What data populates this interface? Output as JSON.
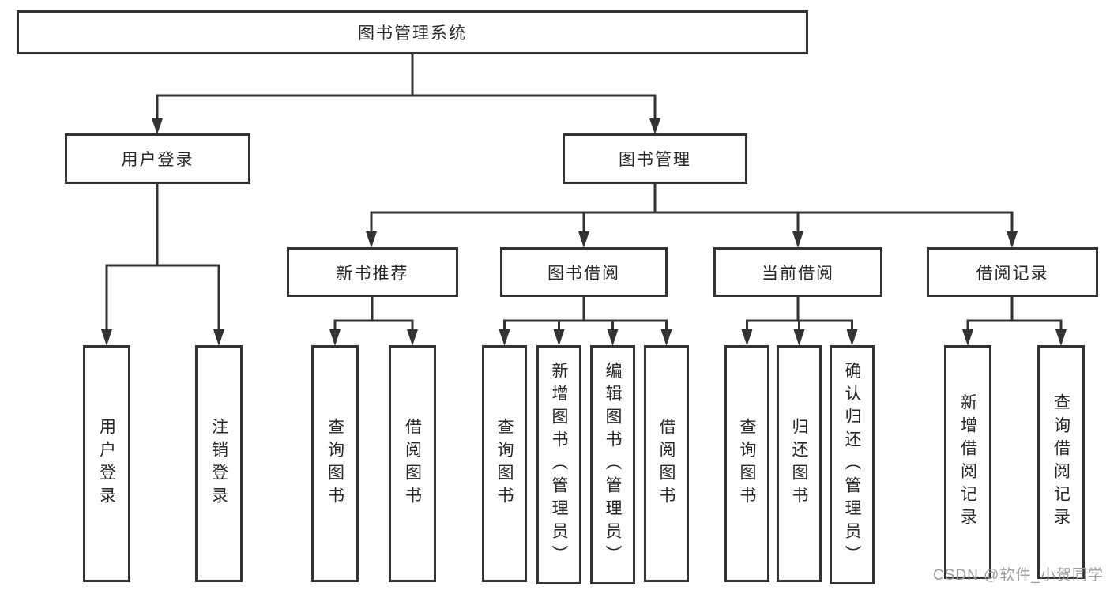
{
  "tree": {
    "label": "图书管理系统",
    "children": [
      {
        "label": "用户登录",
        "children": [
          {
            "label": "用户登录"
          },
          {
            "label": "注销登录"
          }
        ]
      },
      {
        "label": "图书管理",
        "children": [
          {
            "label": "新书推荐",
            "children": [
              {
                "label": "查询图书"
              },
              {
                "label": "借阅图书"
              }
            ]
          },
          {
            "label": "图书借阅",
            "children": [
              {
                "label": "查询图书"
              },
              {
                "label": "新增图书（管理员）"
              },
              {
                "label": "编辑图书（管理员）"
              },
              {
                "label": "借阅图书"
              }
            ]
          },
          {
            "label": "当前借阅",
            "children": [
              {
                "label": "查询图书"
              },
              {
                "label": "归还图书"
              },
              {
                "label": "确认归还（管理员）"
              }
            ]
          },
          {
            "label": "借阅记录",
            "children": [
              {
                "label": "新增借阅记录"
              },
              {
                "label": "查询借阅记录"
              }
            ]
          }
        ]
      }
    ]
  },
  "watermark": "CSDN @软件_小贺同学",
  "colors": {
    "line": "#333333",
    "text": "#262626",
    "watermark": "#9c9c9c",
    "background": "#ffffff"
  }
}
